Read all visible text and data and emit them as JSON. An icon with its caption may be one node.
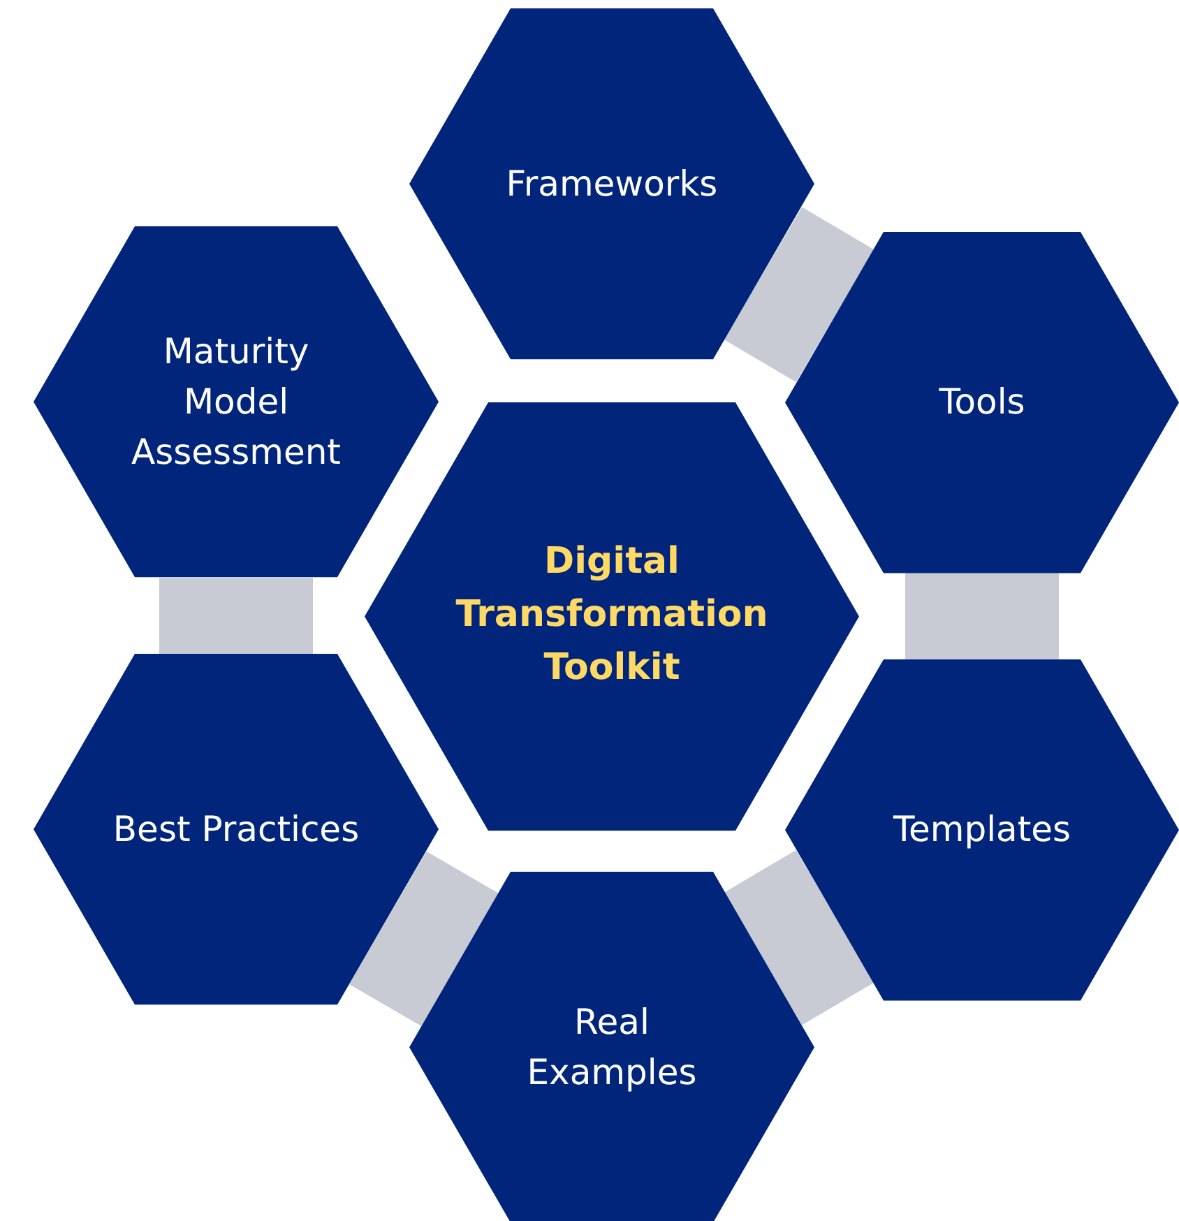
{
  "diagram": {
    "nodes": [
      {
        "text": [
          "Frameworks"
        ]
      },
      {
        "text": [
          "Maturity Model Assessment"
        ]
      },
      {
        "text": [
          "Tools"
        ]
      },
      {
        "text": [
          "Digital Transformation Toolkit"
        ]
      },
      {
        "text": [
          "Best Practices"
        ]
      },
      {
        "text": [
          "Templates"
        ]
      },
      {
        "text": [
          "Real Examples"
        ]
      }
    ],
    "edges": [
      {
        "from": 0,
        "to": 2,
        "arrow": "none"
      },
      {
        "from": 2,
        "to": 5,
        "arrow": "none"
      },
      {
        "from": 5,
        "to": 6,
        "arrow": "none"
      },
      {
        "from": 6,
        "to": 4,
        "arrow": "none"
      },
      {
        "from": 4,
        "to": 1,
        "arrow": "none"
      }
    ]
  }
}
